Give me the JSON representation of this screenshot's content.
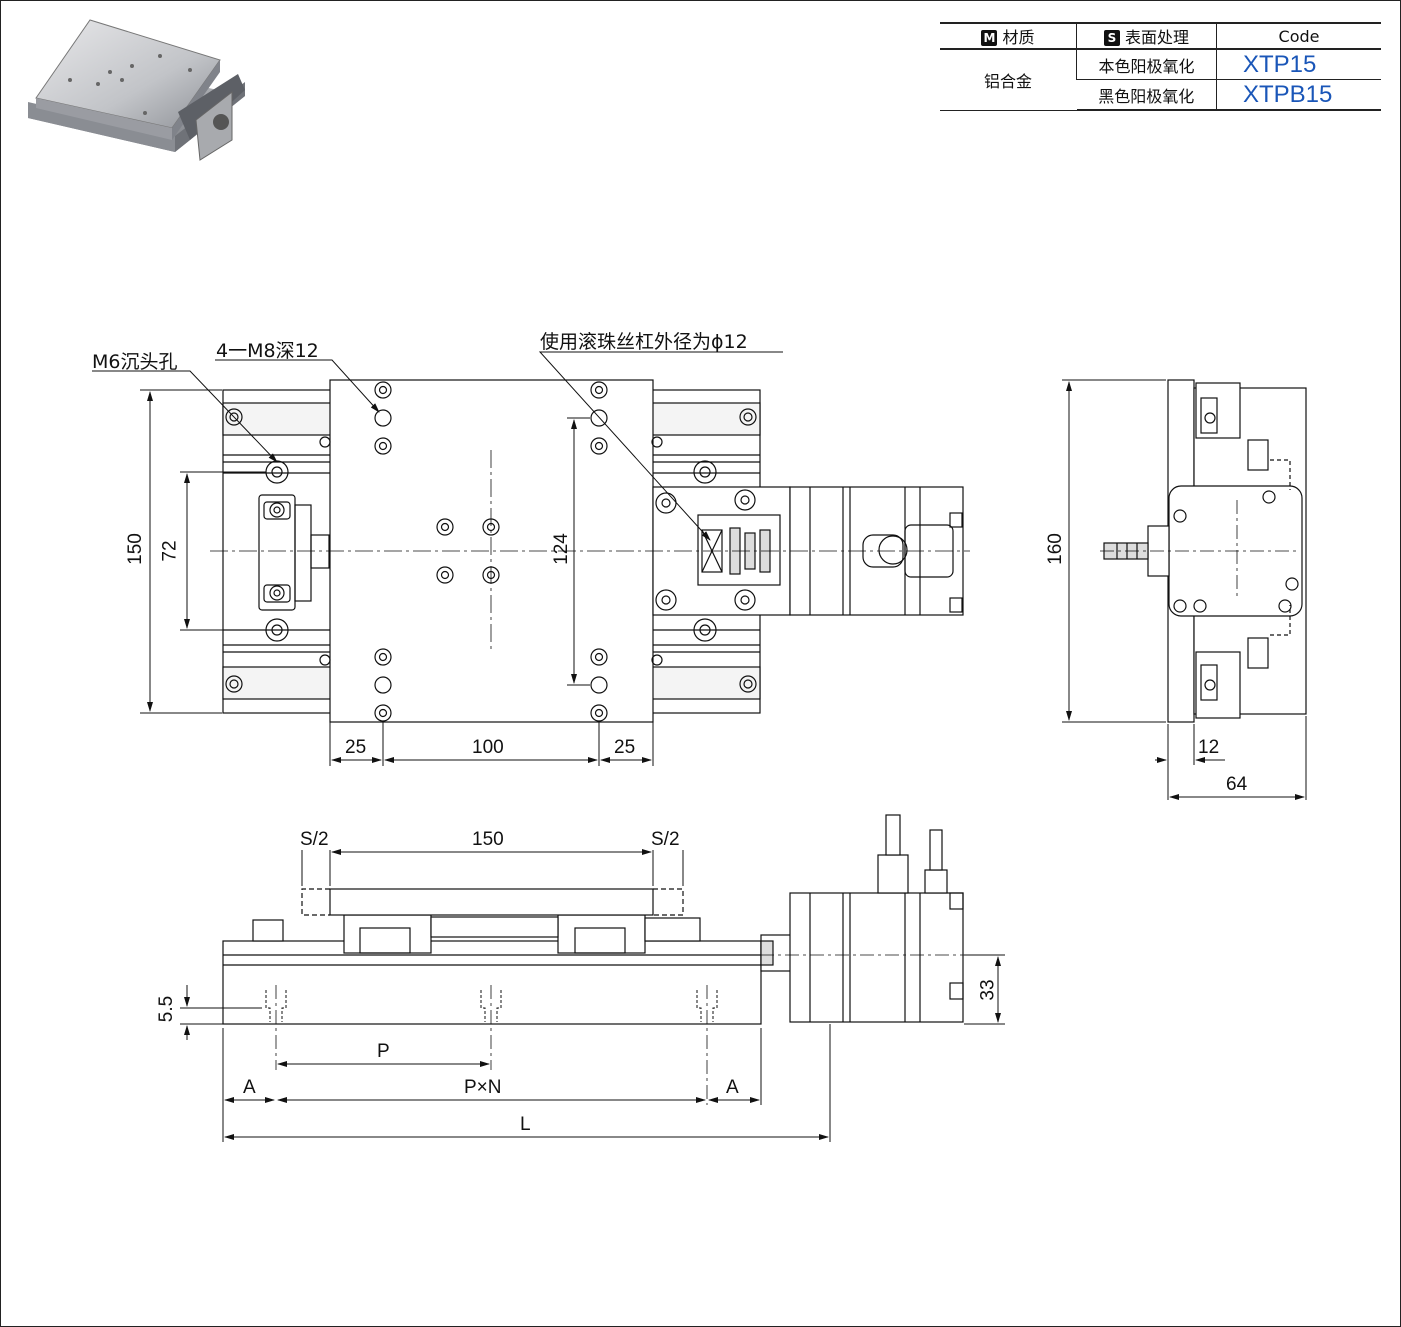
{
  "spec_table": {
    "headers": {
      "material_badge": "M",
      "material": "材质",
      "surface_badge": "S",
      "surface": "表面处理",
      "code": "Code"
    },
    "material_value": "铝合金",
    "rows": [
      {
        "surface": "本色阳极氧化",
        "code": "XTP15"
      },
      {
        "surface": "黑色阳极氧化",
        "code": "XTPB15"
      }
    ]
  },
  "callouts": {
    "counterbore": "M6沉头孔",
    "tapped_holes": "4一M8深12",
    "ball_screw": "使用滚珠丝杠外径为ϕ12"
  },
  "dimensions": {
    "top_view": {
      "overall_height": "150",
      "hole_pitch": "72",
      "table_hole_pitch": "124",
      "left_offset": "25",
      "middle": "100",
      "right_offset": "25"
    },
    "side_view": {
      "height": "160",
      "offset": "12",
      "width": "64"
    },
    "front_view": {
      "half_stroke_left": "S/2",
      "table_length": "150",
      "half_stroke_right": "S/2",
      "hole_depth": "5.5",
      "motor_height": "33",
      "pitch": "P",
      "end_left": "A",
      "pitch_count": "P×N",
      "end_right": "A",
      "total_length": "L"
    }
  }
}
